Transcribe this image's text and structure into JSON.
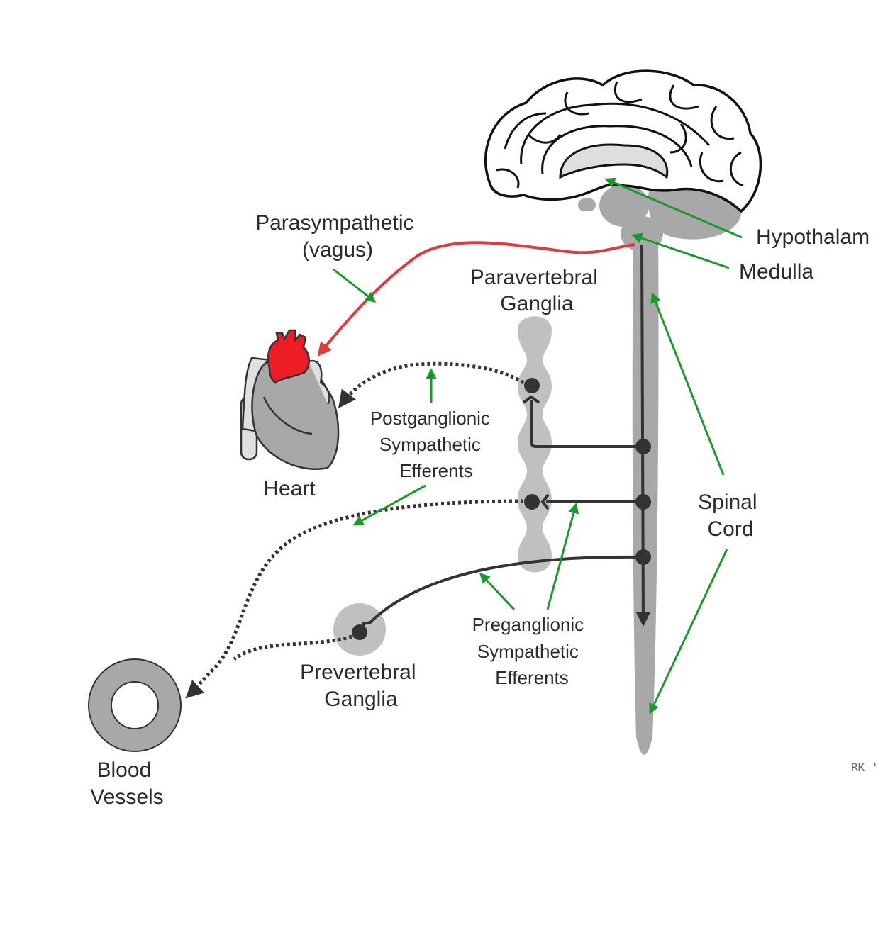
{
  "labels": {
    "parasympathetic": [
      "Parasympathetic",
      "(vagus)"
    ],
    "hypothalamus": "Hypothalam",
    "medulla": "Medulla",
    "paravertebral": [
      "Paravertebral",
      "Ganglia"
    ],
    "postganglionic": [
      "Postganglionic",
      "Sympathetic",
      "Efferents"
    ],
    "heart": "Heart",
    "spinal_cord": [
      "Spinal",
      "Cord"
    ],
    "preganglionic": [
      "Preganglionic",
      "Sympathetic",
      "Efferents"
    ],
    "prevertebral": [
      "Prevertebral",
      "Ganglia"
    ],
    "blood_vessels": [
      "Blood",
      "Vessels"
    ],
    "signature": "RK '"
  },
  "colors": {
    "annotation_arrow": "#1a9a2a",
    "vagus_nerve": "#e23a3a",
    "heart_aorta": "#ee1c25",
    "neural_tissue": "#a8a8a8",
    "neuron": "#333333"
  }
}
